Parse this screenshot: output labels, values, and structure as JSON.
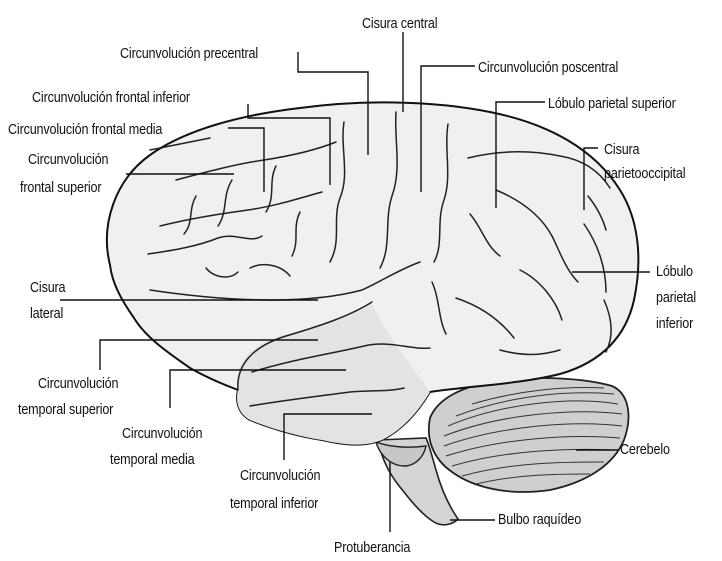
{
  "diagram": {
    "labels": {
      "cisura_central": "Cisura central",
      "circ_precentral": "Circunvolución precentral",
      "circ_poscentral": "Circunvolución poscentral",
      "circ_frontal_inferior": "Circunvolución frontal inferior",
      "lobulo_parietal_superior": "Lóbulo parietal superior",
      "circ_frontal_media": "Circunvolución frontal media",
      "circ_frontal_superior_1": "Circunvolución",
      "circ_frontal_superior_2": "frontal superior",
      "cisura_parietooccipital_1": "Cisura",
      "cisura_parietooccipital_2": "parietooccipital",
      "cisura_lateral_1": "Cisura",
      "cisura_lateral_2": "lateral",
      "lobulo_parietal_inferior_1": "Lóbulo",
      "lobulo_parietal_inferior_2": "parietal",
      "lobulo_parietal_inferior_3": "inferior",
      "circ_temporal_superior_1": "Circunvolución",
      "circ_temporal_superior_2": "temporal superior",
      "circ_temporal_media_1": "Circunvolución",
      "circ_temporal_media_2": "temporal media",
      "cerebelo": "Cerebelo",
      "circ_temporal_inferior_1": "Circunvolución",
      "circ_temporal_inferior_2": "temporal inferior",
      "bulbo_raquideo": "Bulbo raquídeo",
      "protuberancia": "Protuberancia"
    }
  }
}
